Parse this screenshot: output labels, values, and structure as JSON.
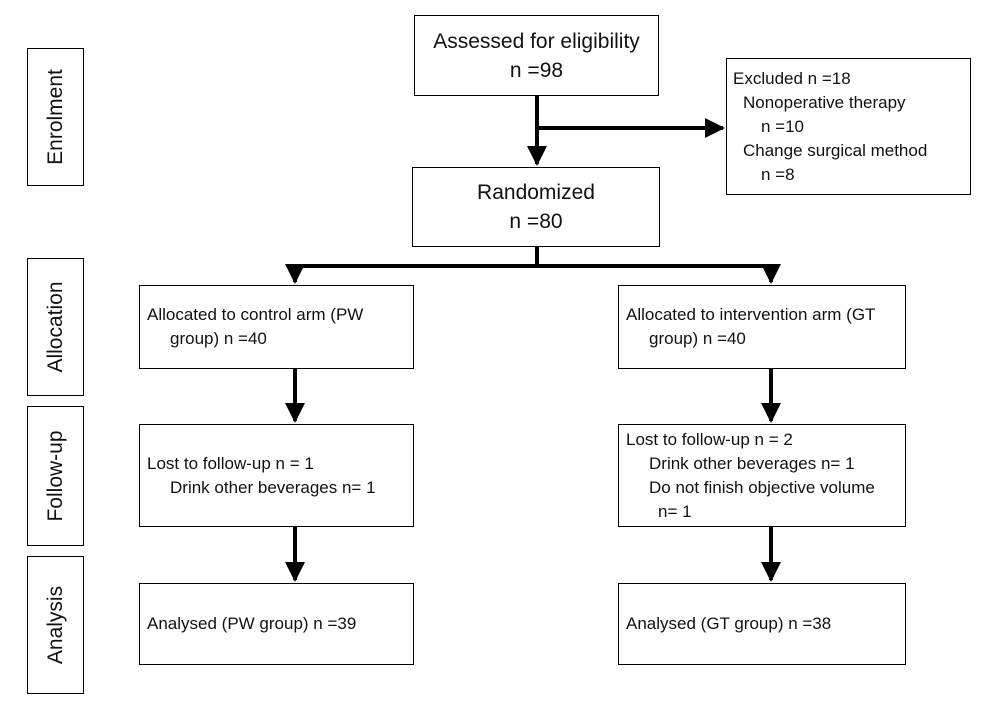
{
  "stages": {
    "enrolment": "Enrolment",
    "allocation": "Allocation",
    "followup": "Follow-up",
    "analysis": "Analysis"
  },
  "assessed": {
    "title": "Assessed for eligibility",
    "n": "n =98"
  },
  "excluded": {
    "line1": "Excluded n =18",
    "line2": "Nonoperative therapy",
    "line3": "n =10",
    "line4": "Change surgical method",
    "line5": "n =8"
  },
  "randomized": {
    "title": "Randomized",
    "n": "n =80"
  },
  "control": {
    "allocated_line1": "Allocated to control arm (PW",
    "allocated_line2": "group) n =40",
    "lost_line1": "Lost to follow-up n = 1",
    "lost_line2": "Drink other beverages n= 1",
    "analysed": "Analysed  (PW group) n =39"
  },
  "intervention": {
    "allocated_line1": "Allocated to intervention arm (GT",
    "allocated_line2": "group) n =40",
    "lost_line1": "Lost to follow-up n = 2",
    "lost_line2": "Drink other beverages n= 1",
    "lost_line3": "Do not finish objective volume",
    "lost_line4": "n= 1",
    "analysed": "Analysed (GT group) n =38"
  }
}
